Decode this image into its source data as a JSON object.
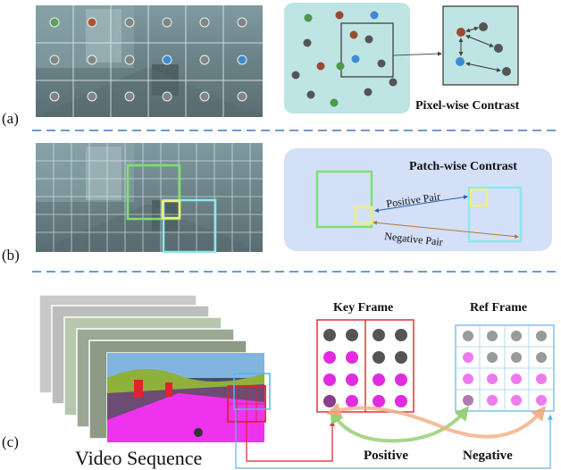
{
  "panels": {
    "a": {
      "tag": "(a)",
      "caption": "Pixel-wise Contrast"
    },
    "b": {
      "tag": "(b)",
      "caption": "Patch-wise Contrast",
      "positive_label": "Positive Pair",
      "negative_label": "Negative Pair"
    },
    "c": {
      "tag": "(c)",
      "video_label": "Video Sequence",
      "key_label": "Key Frame",
      "ref_label": "Ref Frame",
      "positive_label": "Positive",
      "negative_label": "Negative"
    }
  },
  "colors": {
    "dashed_separator": "#3a79c2",
    "pixel_box_bg": "#bfe4e4",
    "patch_box_bg": "#d3e0f8",
    "green_patch": "#7ee070",
    "cyan_patch": "#8fe6ee",
    "yellow_patch": "#eef07a",
    "key_frame_border": "#e0232e",
    "ref_frame_border": "#57b8e8",
    "magenta": "#ee33ee",
    "positive_arrow": "#9fd27f",
    "negative_arrow": "#f1b38a"
  }
}
